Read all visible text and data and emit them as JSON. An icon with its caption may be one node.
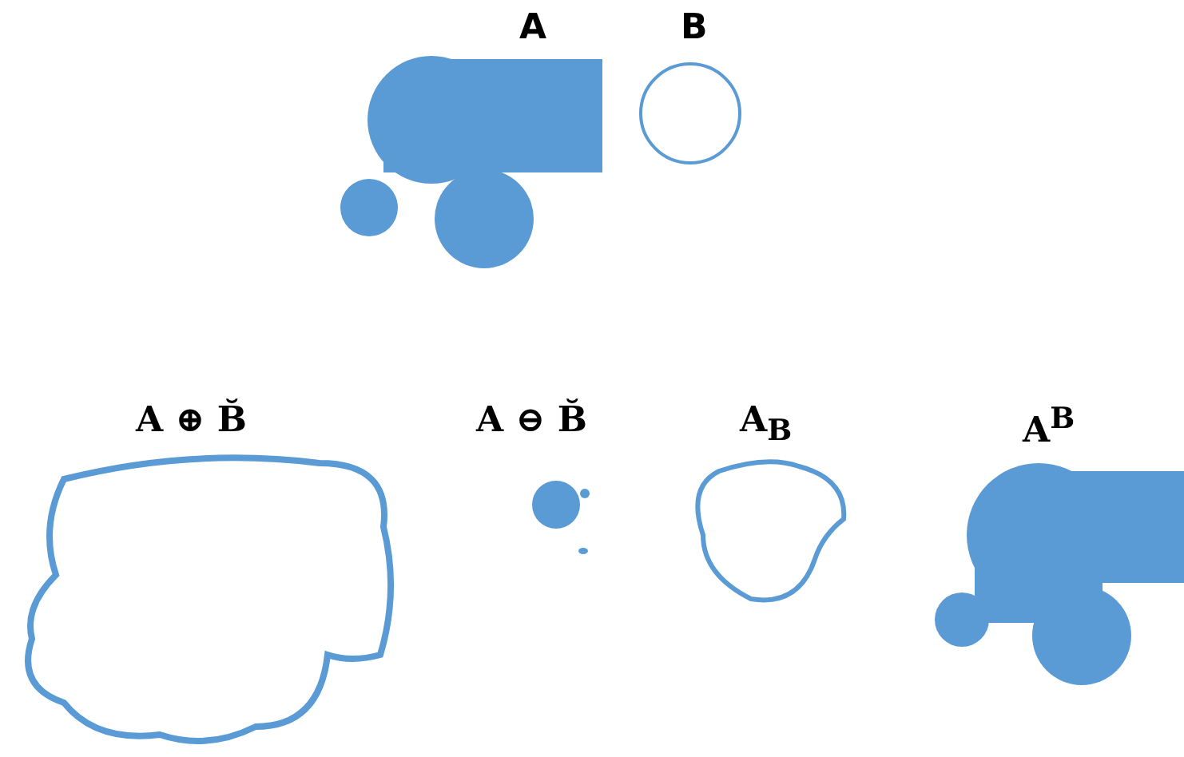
{
  "diagram": {
    "nodes": [
      {
        "text": [
          "A"
        ]
      },
      {
        "text": [
          "B"
        ]
      },
      {
        "text": [
          "A ⊕ B̆"
        ]
      },
      {
        "text": [
          "A ⊖ B̆"
        ]
      },
      {
        "text": [
          "A$_{B}$"
        ]
      },
      {
        "text": [
          "A$^{B}$"
        ]
      }
    ]
  }
}
